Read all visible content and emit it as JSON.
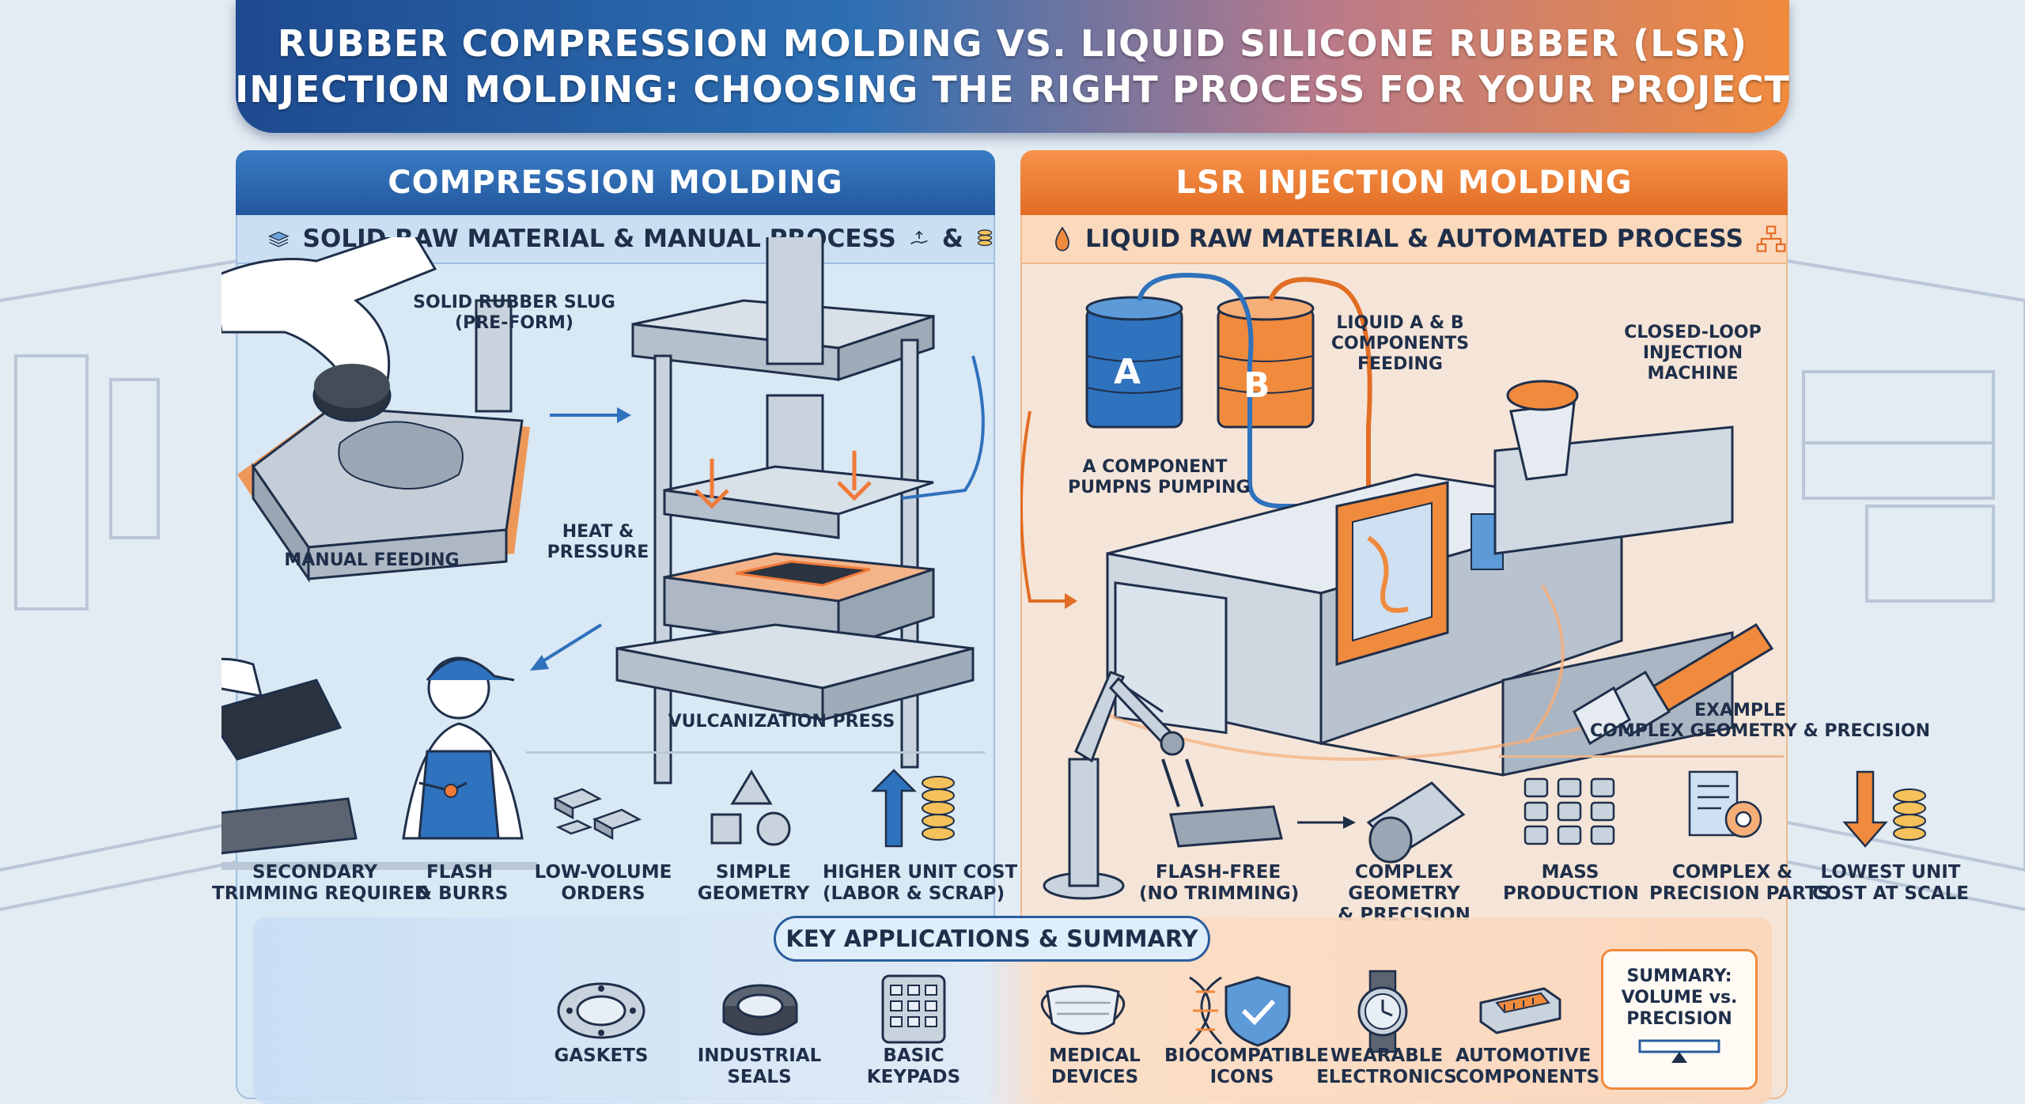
{
  "title": {
    "line1": "RUBBER COMPRESSION MOLDING VS. LIQUID SILICONE RUBBER (LSR)",
    "line2": "INJECTION MOLDING: CHOOSING THE RIGHT PROCESS FOR YOUR PROJECT"
  },
  "left": {
    "header": "COMPRESSION MOLDING",
    "subheader": "SOLID RAW MATERIAL & MANUAL PROCESS",
    "subheader_amp": "&",
    "slug_label": [
      "SOLID RUBBER SLUG",
      "(PRE-FORM)"
    ],
    "manual_feeding": "MANUAL FEEDING",
    "heat_pressure": [
      "HEAT &",
      "PRESSURE"
    ],
    "press_label": "VULCANIZATION PRESS",
    "trimming": [
      "SECONDARY",
      "TRIMMING REQUIRED"
    ],
    "flash": [
      "FLASH",
      "& BURRS"
    ],
    "features": [
      {
        "lines": [
          "LOW-VOLUME",
          "ORDERS"
        ]
      },
      {
        "lines": [
          "SIMPLE",
          "GEOMETRY"
        ]
      },
      {
        "lines": [
          "HIGHER UNIT COST",
          "(LABOR & SCRAP)"
        ]
      }
    ]
  },
  "right": {
    "header": "LSR INJECTION MOLDING",
    "subheader": "LIQUID RAW MATERIAL & AUTOMATED PROCESS",
    "barrel_a": "A",
    "barrel_b": "B",
    "feeding": [
      "LIQUID A & B",
      "COMPONENTS",
      "FEEDING"
    ],
    "machine": [
      "CLOSED-LOOP",
      "INJECTION",
      "MACHINE"
    ],
    "pump": [
      "A COMPONENT",
      "PUMPNS PUMPING"
    ],
    "example": [
      "EXAMPLE",
      "COMPLEX GEOMETRY & PRECISION"
    ],
    "flash_free": [
      "FLASH-FREE",
      "(NO TRIMMING)"
    ],
    "complex": [
      "COMPLEX",
      "GEOMETRY",
      "& PRECISION"
    ],
    "features": [
      {
        "lines": [
          "MASS",
          "PRODUCTION"
        ]
      },
      {
        "lines": [
          "COMPLEX &",
          "PRECISION PARTS"
        ]
      },
      {
        "lines": [
          "LOWEST UNIT",
          "COST AT SCALE"
        ]
      }
    ]
  },
  "applications": {
    "header": "KEY APPLICATIONS & SUMMARY",
    "left_items": [
      {
        "lines": [
          "GASKETS"
        ]
      },
      {
        "lines": [
          "INDUSTRIAL",
          "SEALS"
        ]
      },
      {
        "lines": [
          "BASIC",
          "KEYPADS"
        ]
      }
    ],
    "right_items": [
      {
        "lines": [
          "MEDICAL",
          "DEVICES"
        ]
      },
      {
        "lines": [
          "BIOCOMPATIBLE",
          "ICONS"
        ]
      },
      {
        "lines": [
          "WEARABLE",
          "ELECTRONICS"
        ]
      },
      {
        "lines": [
          "AUTOMOTIVE",
          "COMPONENTS"
        ]
      }
    ],
    "summary": [
      "SUMMARY:",
      "VOLUME vs.",
      "PRECISION"
    ]
  },
  "colors": {
    "blue": "#2a5d9e",
    "orange": "#f08a3c",
    "navy": "#1f2f4a",
    "gray": "#c9d3de"
  }
}
